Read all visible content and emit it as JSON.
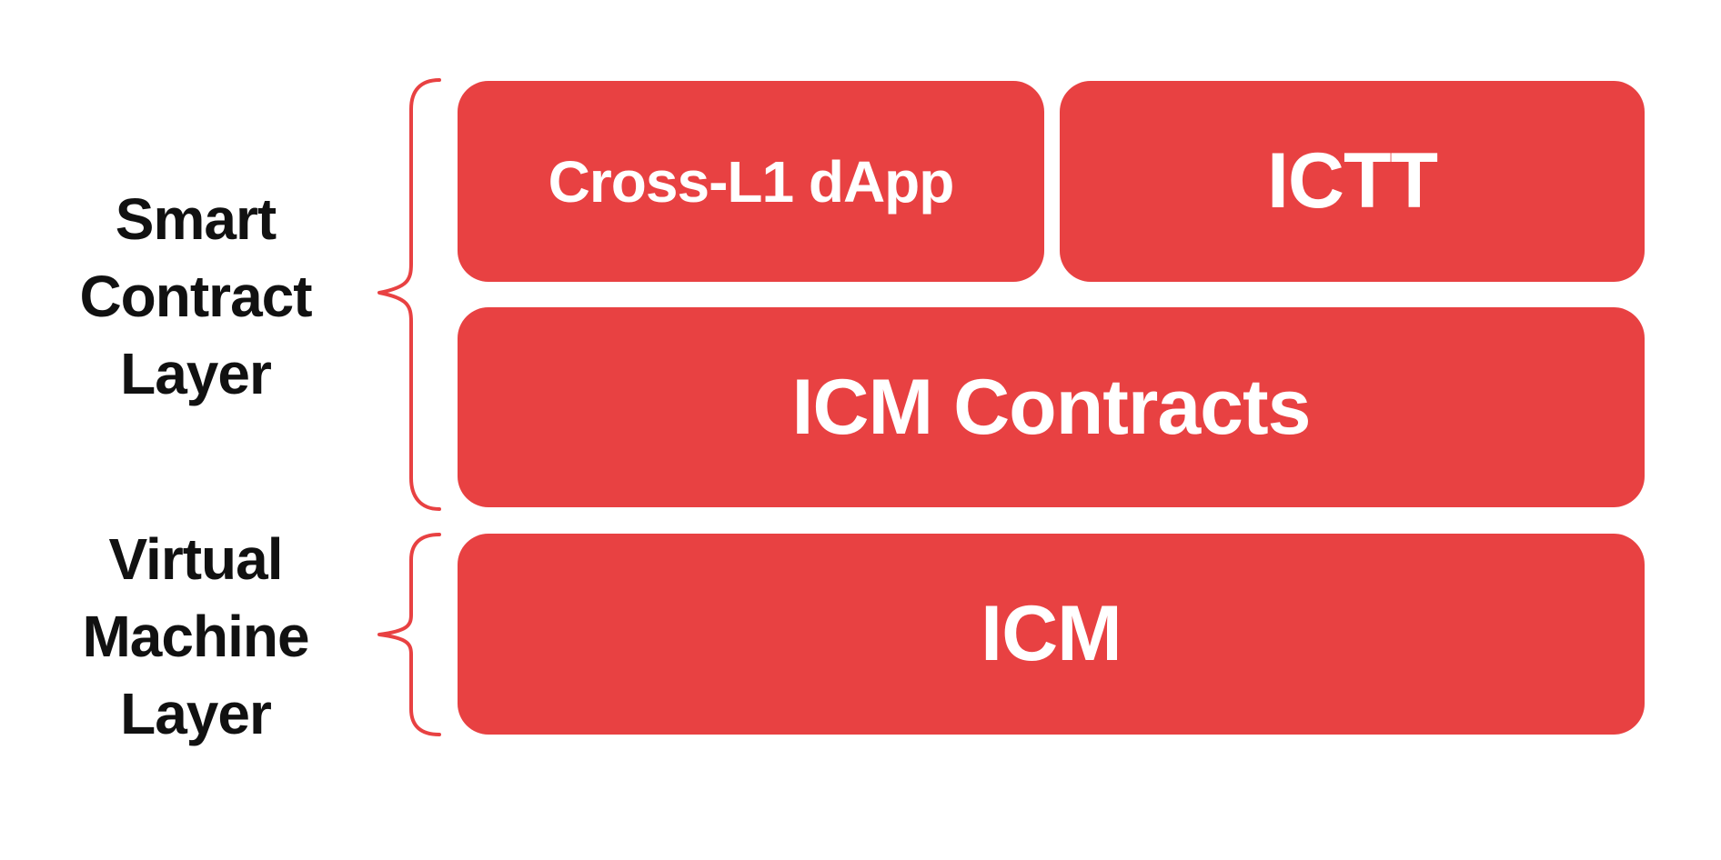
{
  "colors": {
    "box-red": "#E84142",
    "brace-red": "#E84142",
    "label-black": "#111111",
    "box-text": "#FFFFFF",
    "background": "#FFFFFF"
  },
  "layers": [
    {
      "name": "smart-contract-layer",
      "label_lines": [
        "Smart",
        "Contract",
        "Layer"
      ]
    },
    {
      "name": "virtual-machine-layer",
      "label_lines": [
        "Virtual",
        "Machine",
        "Layer"
      ]
    }
  ],
  "boxes": {
    "cross_l1_dapp": "Cross-L1 dApp",
    "ictt": "ICTT",
    "icm_contracts": "ICM Contracts",
    "icm": "ICM"
  }
}
